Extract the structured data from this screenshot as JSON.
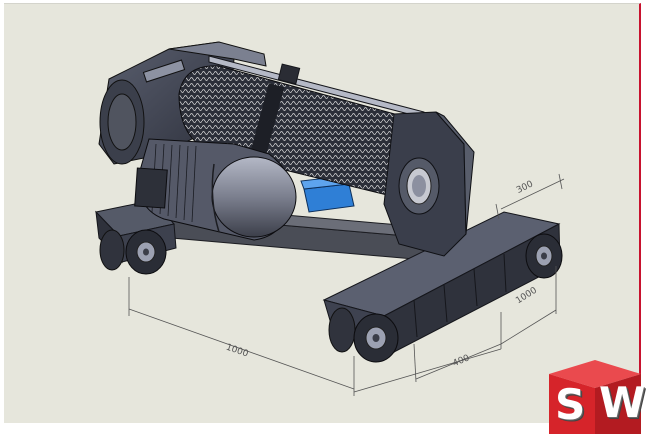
{
  "dimensions": {
    "length_1": "1000",
    "length_2": "1000",
    "width_top": "300",
    "width_bottom": "400"
  },
  "logo": {
    "letter_1": "S",
    "letter_2": "W",
    "color": "#d6242a"
  },
  "colors": {
    "viewport_background": "#e6e6dc",
    "model_body": "#3d4150",
    "model_highlight": "#9ea3b4",
    "accent_part": "#2f7fd6",
    "frame_edge": "#c8122e"
  }
}
